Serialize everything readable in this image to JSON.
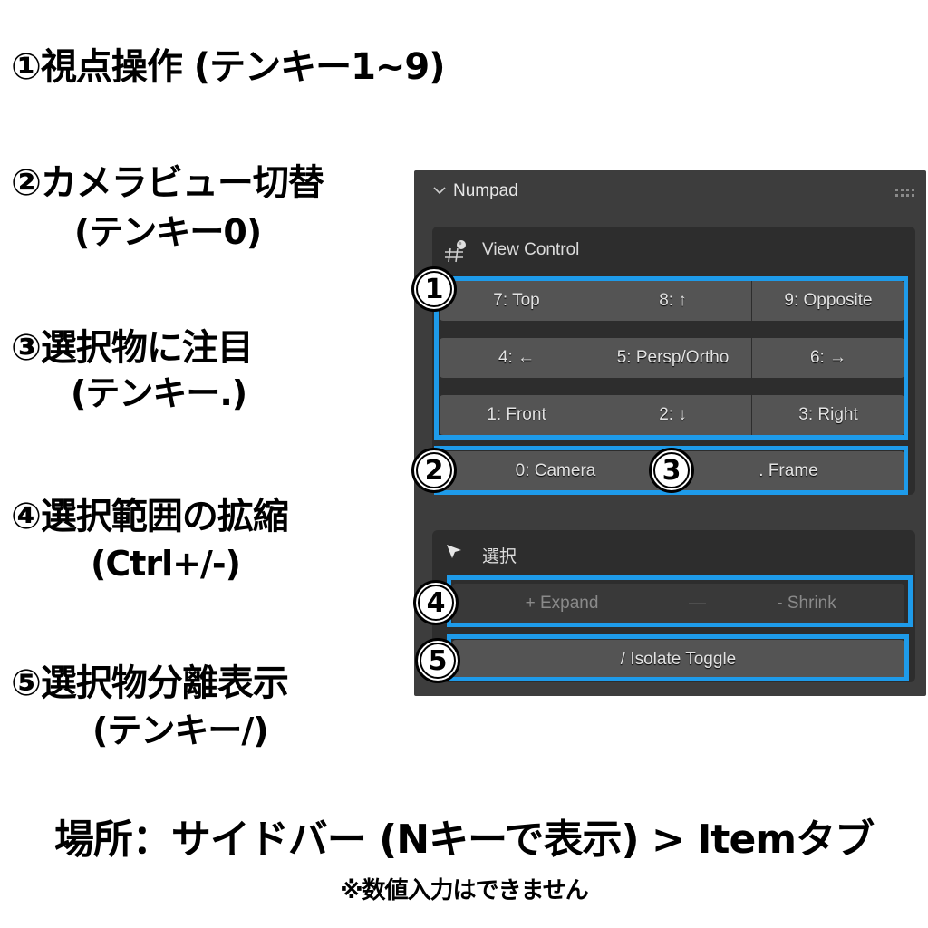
{
  "annotations": [
    {
      "line1": "①視点操作 (テンキー1~9)",
      "line2": ""
    },
    {
      "line1": "②カメラビュー切替",
      "line2": "(テンキー0)"
    },
    {
      "line1": "③選択物に注目",
      "line2": "(テンキー.)"
    },
    {
      "line1": "④選択範囲の拡縮",
      "line2": "(Ctrl+/-)"
    },
    {
      "line1": "⑤選択物分離表示",
      "line2": "(テンキー/)"
    }
  ],
  "footer": {
    "location": "場所：サイドバー (Nキーで表示) > Itemタブ",
    "note": "※数値入力はできません"
  },
  "panel": {
    "title": "Numpad",
    "collapse_icon": "chevron-down-icon",
    "grip_icon": "drag-grip-icon",
    "view_control": {
      "title": "View Control",
      "icon": "camera-view-icon",
      "rows": [
        [
          "7: Top",
          "8: ↑",
          "9: Opposite"
        ],
        [
          "4: ←",
          "5: Persp/Ortho",
          "6: →"
        ],
        [
          "1: Front",
          "2: ↓",
          "3: Right"
        ]
      ],
      "camera": "0: Camera",
      "frame": ". Frame"
    },
    "selection": {
      "title": "選択",
      "icon": "cursor-arrow-icon",
      "expand": "+ Expand",
      "shrink": "- Shrink",
      "shrink_icon": "—",
      "isolate": "/ Isolate Toggle"
    }
  },
  "badges": [
    "1",
    "2",
    "3",
    "4",
    "5"
  ],
  "colors": {
    "highlight": "#1e9bea",
    "panel_bg": "#3d3d3d",
    "box_bg": "#2d2d2d",
    "button_bg": "#545454"
  }
}
